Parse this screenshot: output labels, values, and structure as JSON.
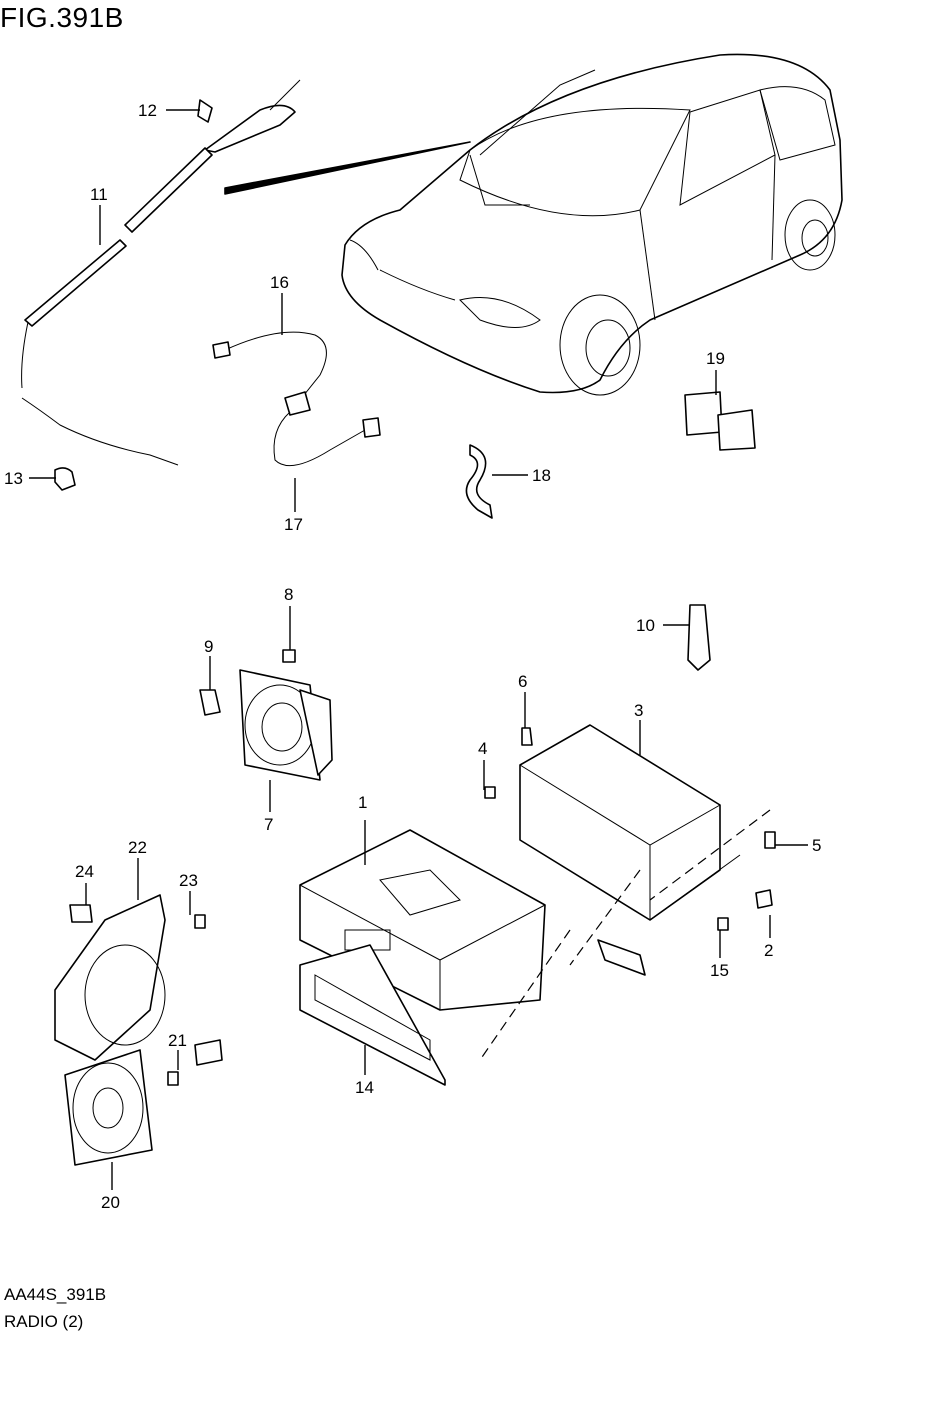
{
  "figure_title": "FIG.391B",
  "diagram_code": "AA44S_391B",
  "diagram_caption": "RADIO (2)",
  "callouts": [
    "1",
    "2",
    "3",
    "4",
    "5",
    "6",
    "7",
    "8",
    "9",
    "10",
    "11",
    "12",
    "13",
    "14",
    "15",
    "16",
    "17",
    "18",
    "19",
    "20",
    "21",
    "22",
    "23",
    "24"
  ]
}
